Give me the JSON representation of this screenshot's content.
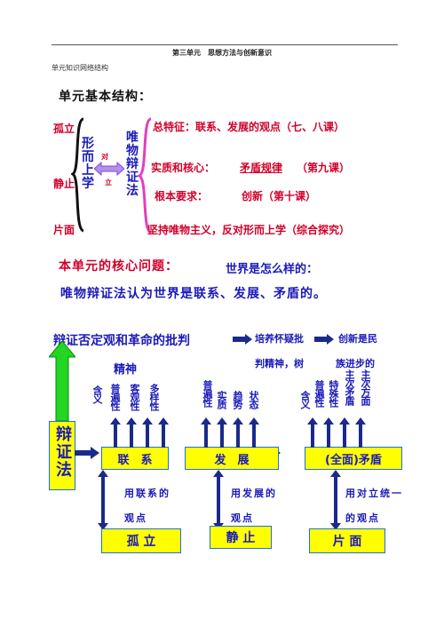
{
  "header": {
    "title": "第三单元　思想方法与创新意识",
    "subtitle": "单元知识网络结构"
  },
  "structure": {
    "title": "单元基本结构：",
    "left_labels": [
      "孤立",
      "静止",
      "片面"
    ],
    "metaphysics": "形而上学",
    "oppose": "对立",
    "dialectics": "唯物辩证法",
    "feature": "总特征：联系、发展的观点（七、八课）",
    "core_label": "实质和核心：",
    "core_value": "矛盾规律",
    "core_lesson": "（第九课）",
    "req_label": "根本要求：",
    "req_value": "创新（第十课）",
    "adhere": "坚持唯物主义，反对形而上学（综合探究）"
  },
  "core": {
    "title": "本单元的核心问题：",
    "question": "世界是怎么样的：",
    "answer": "唯物辩证法认为世界是联系、发展、矛盾的。"
  },
  "diagram": {
    "top_text": "辩证否定观和革命的批判",
    "spirit": "精神",
    "cultivate_1": "培养怀疑批",
    "cultivate_2": "判精神，树",
    "innovation_1": "创新是民",
    "innovation_2": "族进步的",
    "dialectics_box": "辩证法",
    "link_traits": [
      "含义",
      "普遍性",
      "客观性",
      "多样性"
    ],
    "dev_traits": [
      "普遍性",
      "实质",
      "趋势",
      "状态"
    ],
    "contra_traits": [
      "含义",
      "普遍性",
      "特殊性",
      "主次矛盾",
      "主次方面"
    ],
    "boxes": [
      "联　系",
      "发　展",
      "(全面)矛盾"
    ],
    "views": [
      "用联系的观点",
      "用发展的观点",
      "用对立统一的观点"
    ],
    "opposites": [
      "孤 立",
      "静 止",
      "片 面"
    ]
  }
}
